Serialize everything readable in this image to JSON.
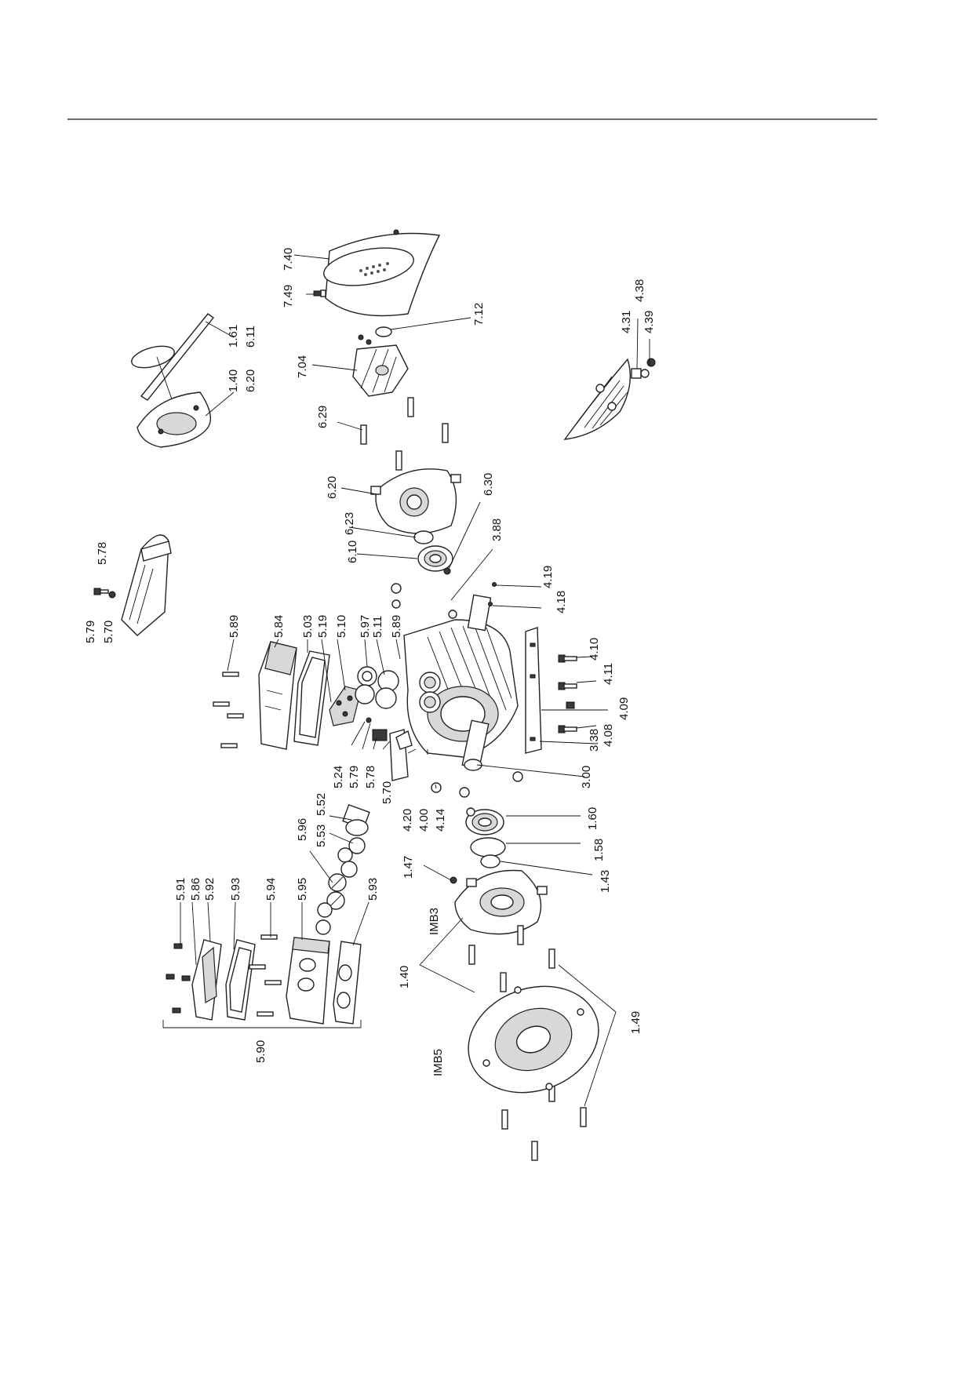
{
  "labels": {
    "l740": "7.40",
    "l749": "7.49",
    "l712": "7.12",
    "l704": "7.04",
    "l161": "1.61",
    "l611": "6.11",
    "l140a": "1.40",
    "l620a": "6.20",
    "l438": "4.38",
    "l431": "4.31",
    "l439": "4.39",
    "l629": "6.29",
    "l620b": "6.20",
    "l623": "6.23",
    "l610": "6.10",
    "l630": "6.30",
    "l388": "3.88",
    "l419": "4.19",
    "l418": "4.18",
    "l578a": "5.78",
    "l579a": "5.79",
    "l570a": "5.70",
    "l589a": "5.89",
    "l584": "5.84",
    "l503": "5.03",
    "l519": "5.19",
    "l510": "5.10",
    "l597": "5.97",
    "l511": "5.11",
    "l589b": "5.89",
    "l410": "4.10",
    "l411": "4.11",
    "l409": "4.09",
    "l408": "4.08",
    "l338": "3.38",
    "l524": "5.24",
    "l579b": "5.79",
    "l578b": "5.78",
    "l570b": "5.70",
    "l420": "4.20",
    "l400": "4.00",
    "l414": "4.14",
    "l300": "3.00",
    "l552": "5.52",
    "l553": "5.53",
    "l596": "5.96",
    "l160": "1.60",
    "l158": "1.58",
    "l143": "1.43",
    "l147": "1.47",
    "limb3": "IMB3",
    "l591": "5.91",
    "l586": "5.86",
    "l592": "5.92",
    "l593a": "5.93",
    "l594": "5.94",
    "l595": "5.95",
    "l593b": "5.93",
    "l590": "5.90",
    "l140b": "1.40",
    "limb5": "IMB5",
    "l149": "1.49"
  }
}
